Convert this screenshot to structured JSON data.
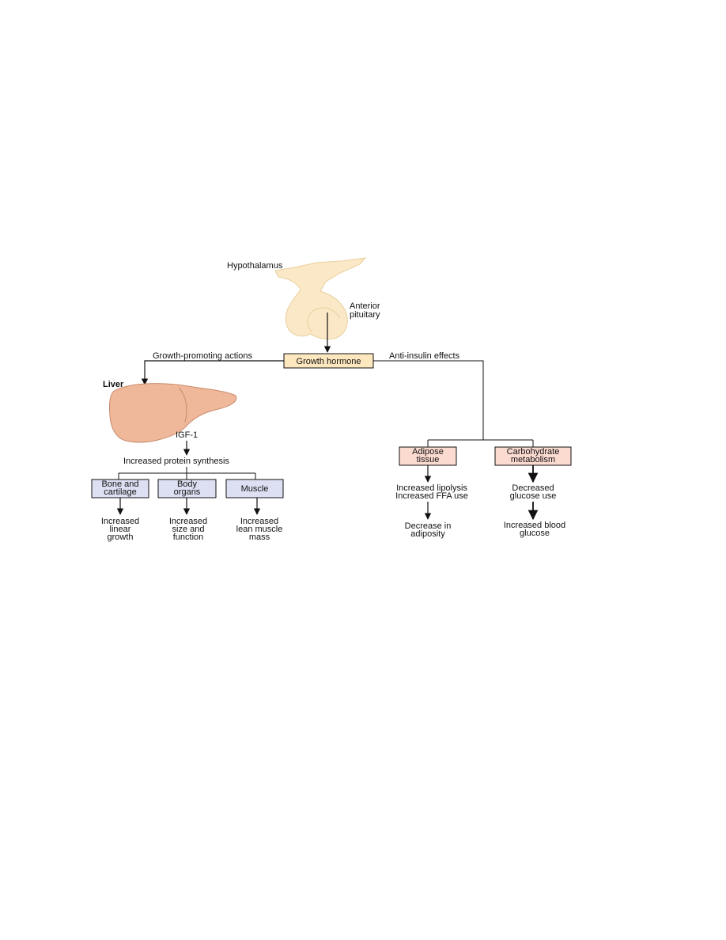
{
  "colors": {
    "gland": "#fbe8c6",
    "gland_edge": "#e9cf9f",
    "liver": "#efb89a",
    "liver_edge": "#c98a6a",
    "hormone_box": "#fde7bf",
    "tissue_box": "#dde0f2",
    "metabolic_box": "#fbdad0",
    "line": "#111111"
  },
  "labels": {
    "hypothalamus": "Hypothalamus",
    "anterior_pituitary": [
      "Anterior",
      "pituitary"
    ],
    "growth_hormone": "Growth hormone",
    "growth_promoting": "Growth-promoting actions",
    "anti_insulin": "Anti-insulin effects",
    "liver": "Liver",
    "igf1": "IGF-1",
    "protein_synthesis": "Increased protein synthesis"
  },
  "tissue_boxes": [
    {
      "label": [
        "Bone and",
        "cartilage"
      ],
      "effect": [
        "Increased",
        "linear",
        "growth"
      ]
    },
    {
      "label": [
        "Body",
        "organs"
      ],
      "effect": [
        "Increased",
        "size and",
        "function"
      ]
    },
    {
      "label": [
        "Muscle"
      ],
      "effect": [
        "Increased",
        "lean muscle",
        "mass"
      ]
    }
  ],
  "metabolic_boxes": [
    {
      "label": [
        "Adipose",
        "tissue"
      ],
      "effect": [
        "Increased lipolysis",
        "Increased FFA use"
      ],
      "result": [
        "Decrease in",
        "adiposity"
      ]
    },
    {
      "label": [
        "Carbohydrate",
        "metabolism"
      ],
      "effect": [
        "Decreased",
        "glucose use"
      ],
      "result": [
        "Increased blood",
        "glucose"
      ]
    }
  ]
}
